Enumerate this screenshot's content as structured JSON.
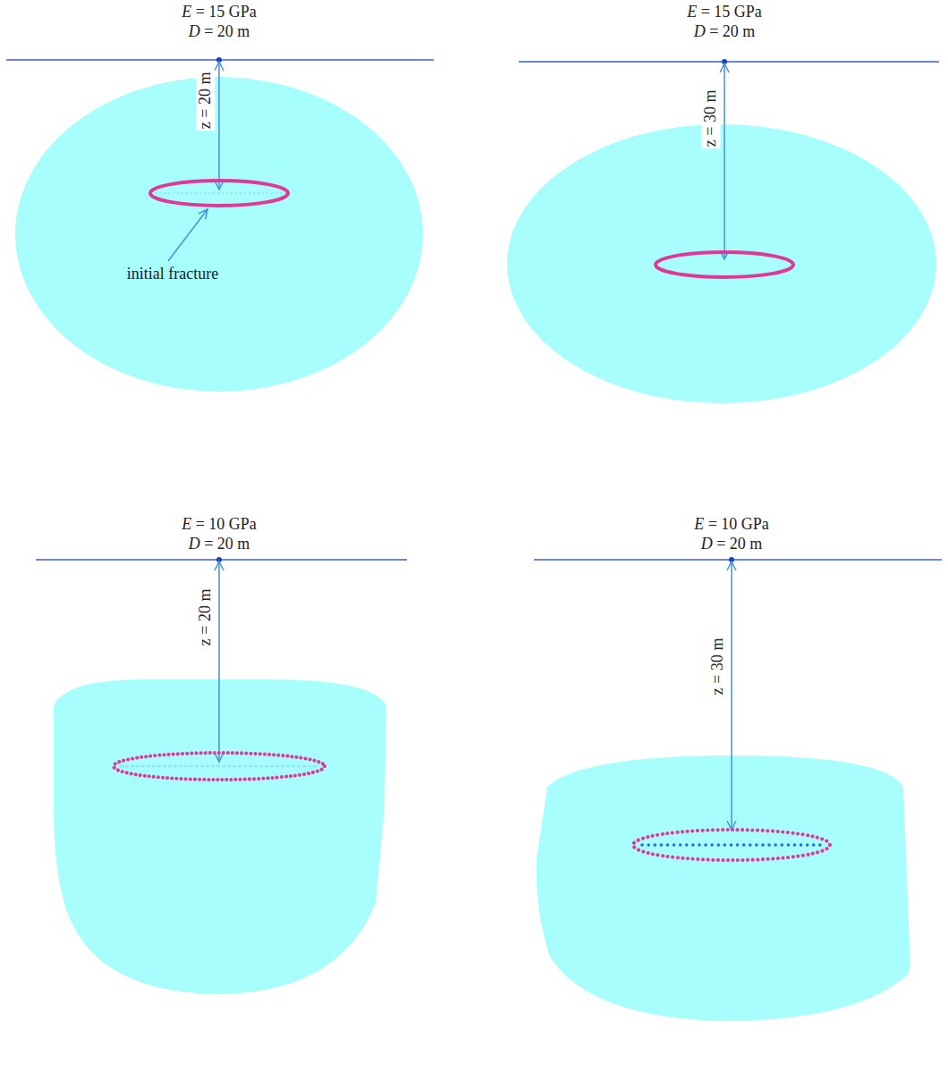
{
  "diagram": {
    "labels": [
      "E = 15 GPa",
      "D = 20 m",
      "z = 20 m",
      "initial fracture",
      "E = 15 GPa",
      "D = 20 m",
      "z = 30 m",
      "E = 10 GPa",
      "D = 20 m",
      "z = 20 m",
      "E = 10 GPa",
      "D = 20 m",
      "z = 30 m"
    ]
  }
}
